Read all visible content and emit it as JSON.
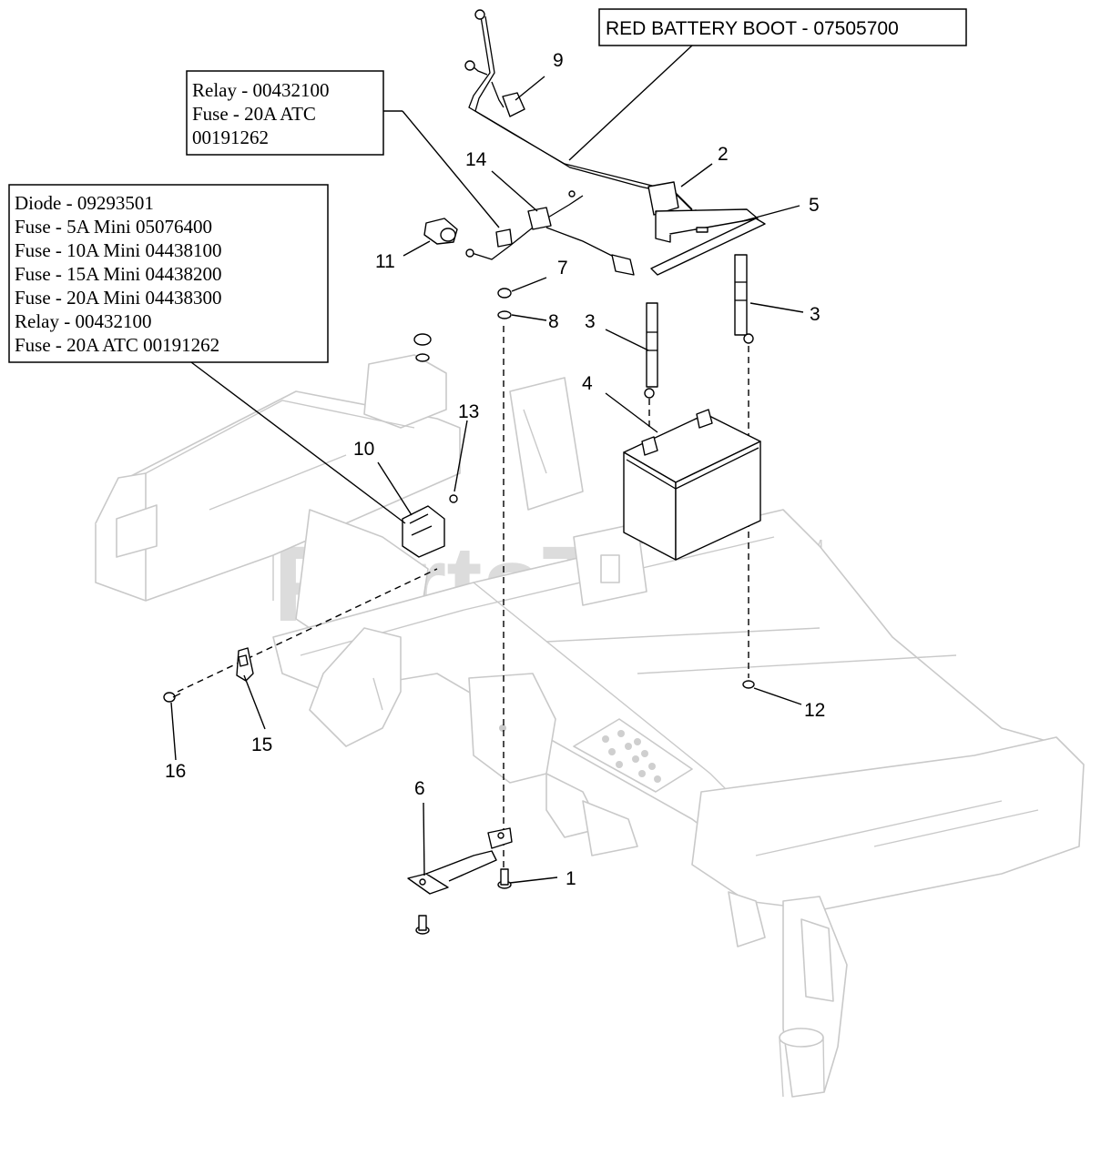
{
  "watermark": {
    "text": "PartsTree",
    "tm": "TM"
  },
  "callouts": {
    "battery_boot": {
      "line1": "RED BATTERY BOOT - 07505700"
    },
    "relay_top": {
      "line1": "Relay - 00432100",
      "line2": "Fuse - 20A ATC",
      "line3": "00191262"
    },
    "diode_box": {
      "line1": "Diode - 09293501",
      "line2": "Fuse - 5A Mini 05076400",
      "line3": "Fuse - 10A Mini 04438100",
      "line4": "Fuse - 15A Mini 04438200",
      "line5": "Fuse - 20A Mini 04438300",
      "line6": "Relay - 00432100",
      "line7": "Fuse - 20A ATC 00191262"
    }
  },
  "part_numbers": {
    "p1": "1",
    "p2": "2",
    "p3a": "3",
    "p3b": "3",
    "p4": "4",
    "p5": "5",
    "p6": "6",
    "p7": "7",
    "p8": "8",
    "p9": "9",
    "p10": "10",
    "p11": "11",
    "p12": "12",
    "p13": "13",
    "p14": "14",
    "p15": "15",
    "p16": "16"
  },
  "icons": {
    "battery": "battery-icon",
    "wire_harness": "wire-harness-icon",
    "relay": "relay-icon",
    "frame": "mower-frame-icon"
  }
}
